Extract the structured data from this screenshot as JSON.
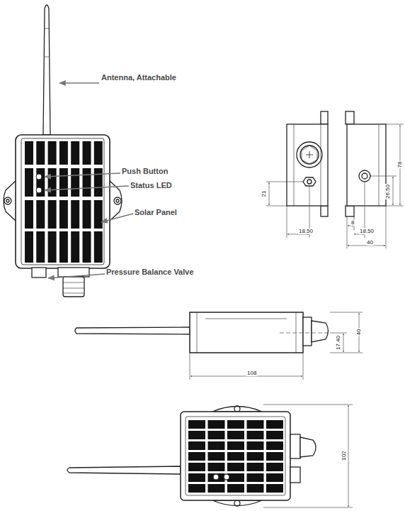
{
  "diagram": {
    "labels": [
      "Antenna, Attachable",
      "Push Button",
      "Status LED",
      "Solar Panel",
      "Pressure Balance Valve",
      "78",
      "21",
      "26.50",
      "18.50",
      "8",
      "18.50",
      "40",
      "40",
      "17.40",
      "108",
      "102"
    ]
  }
}
